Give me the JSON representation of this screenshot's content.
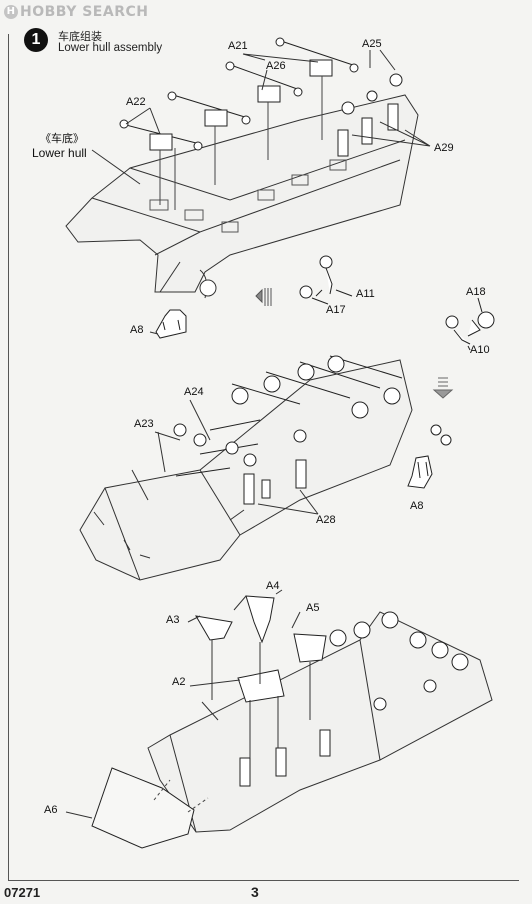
{
  "watermark": {
    "brand": "HOBBY SEARCH",
    "mark": "H"
  },
  "step": {
    "number": "1",
    "title_cn": "车底组装",
    "title_en": "Lower hull assembly"
  },
  "labels": {
    "a21": "A21",
    "a25": "A25",
    "a26": "A26",
    "a22": "A22",
    "a29": "A29",
    "lower_hull_cn": "《车底》",
    "lower_hull_en": "Lower hull",
    "a11": "A11",
    "a17": "A17",
    "a18": "A18",
    "a10": "A10",
    "a8_top": "A8",
    "a24": "A24",
    "a23": "A23",
    "a28": "A28",
    "a8_mid": "A8",
    "a4": "A4",
    "a3": "A3",
    "a5": "A5",
    "a2": "A2",
    "a6": "A6"
  },
  "footer": {
    "code": "07271",
    "page": "3"
  }
}
